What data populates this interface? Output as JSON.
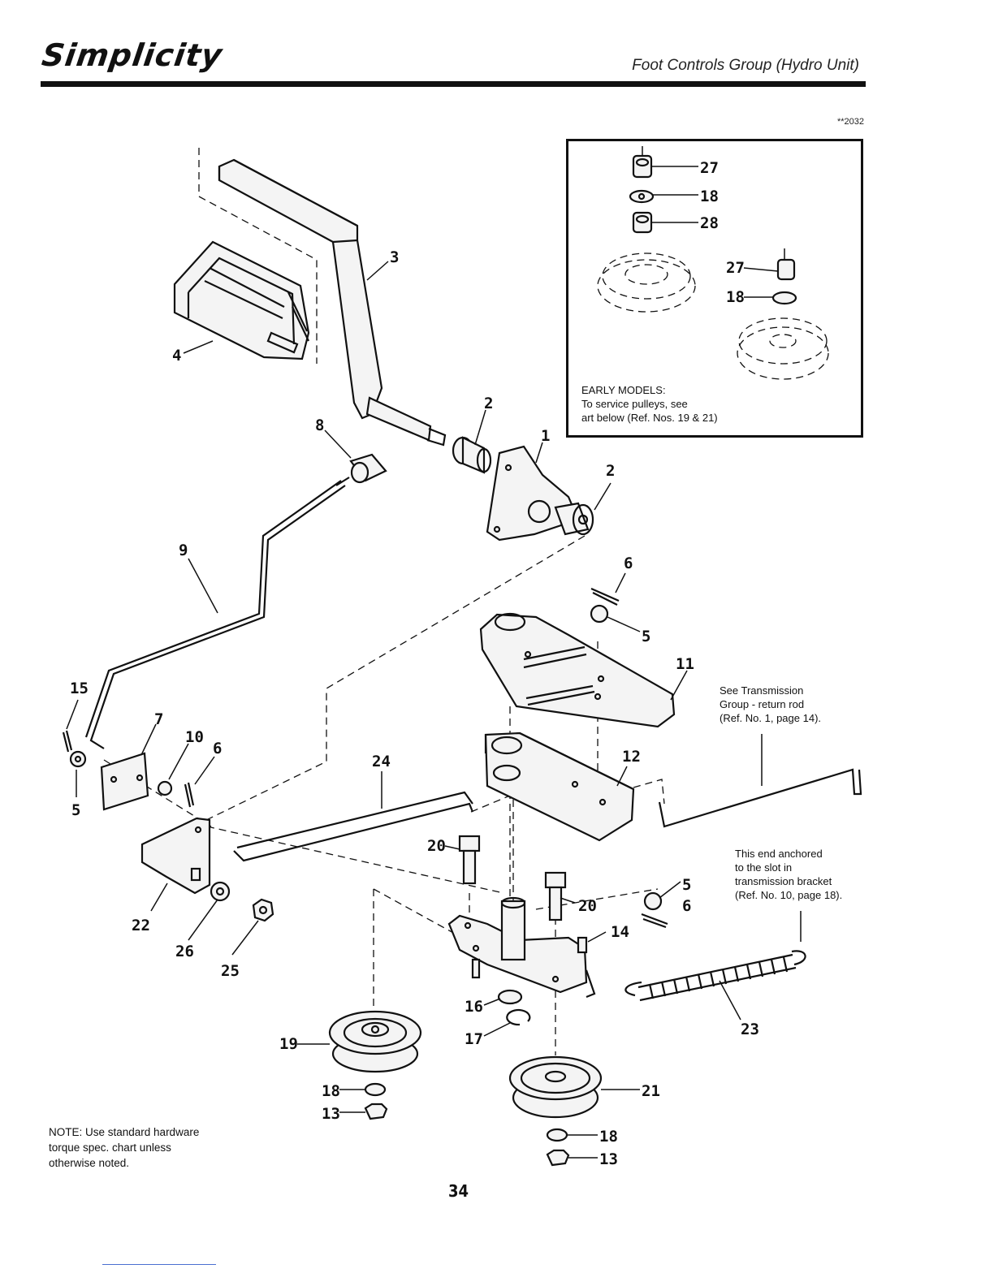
{
  "header": {
    "brand": "Simplicity",
    "section_title": "Foot Controls Group (Hydro Unit)",
    "doc_code": "**2032"
  },
  "inset": {
    "note_heading": "EARLY MODELS:",
    "note_line1": "To service pulleys, see",
    "note_line2": "art below (Ref. Nos. 19 & 21)",
    "callouts": [
      "27",
      "18",
      "28",
      "27",
      "18"
    ]
  },
  "notes": {
    "transmission_line1": "See Transmission",
    "transmission_line2": "Group - return rod",
    "transmission_line3": "(Ref. No. 1, page 14).",
    "anchor_line1": "This end anchored",
    "anchor_line2": "to the slot in",
    "anchor_line3": "transmission bracket",
    "anchor_line4": "(Ref. No. 10, page 18).",
    "bottom_line1": "NOTE: Use standard hardware",
    "bottom_line2": "torque spec. chart unless",
    "bottom_line3": "otherwise noted."
  },
  "callouts": [
    "3",
    "4",
    "2",
    "1",
    "8",
    "2",
    "9",
    "6",
    "5",
    "11",
    "15",
    "7",
    "10",
    "6",
    "24",
    "12",
    "5",
    "22",
    "26",
    "25",
    "20",
    "20",
    "5",
    "6",
    "14",
    "16",
    "17",
    "23",
    "19",
    "21",
    "18",
    "13",
    "18",
    "13"
  ],
  "page_number": "34"
}
